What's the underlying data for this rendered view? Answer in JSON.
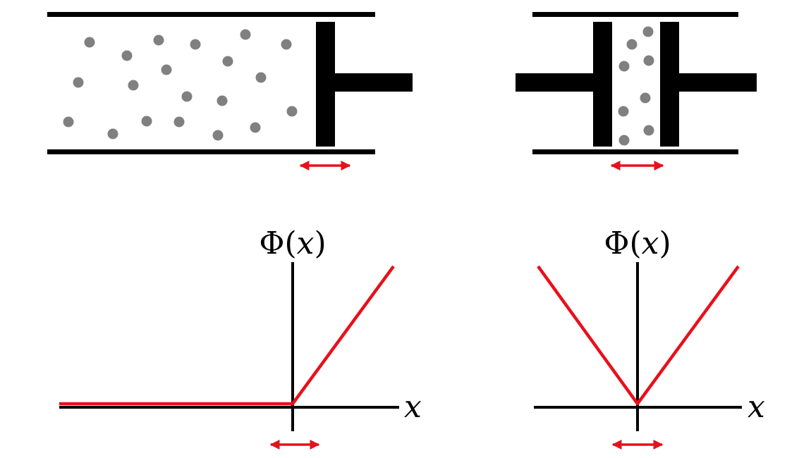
{
  "colors": {
    "ink": "#000000",
    "particle": "#808080",
    "potential": "#e8101b",
    "arrow": "#e8101b",
    "background": "#ffffff"
  },
  "left_panel": {
    "label_phi": "Φ",
    "label_paren_open": "(",
    "label_var": "x",
    "label_paren_close": ")",
    "axis_label": "x",
    "potential_shape": "one-sided linear: zero for x<0, rising for x>0"
  },
  "right_panel": {
    "label_phi": "Φ",
    "label_paren_open": "(",
    "label_var": "x",
    "label_paren_close": ")",
    "axis_label": "x",
    "potential_shape": "symmetric |x|"
  }
}
